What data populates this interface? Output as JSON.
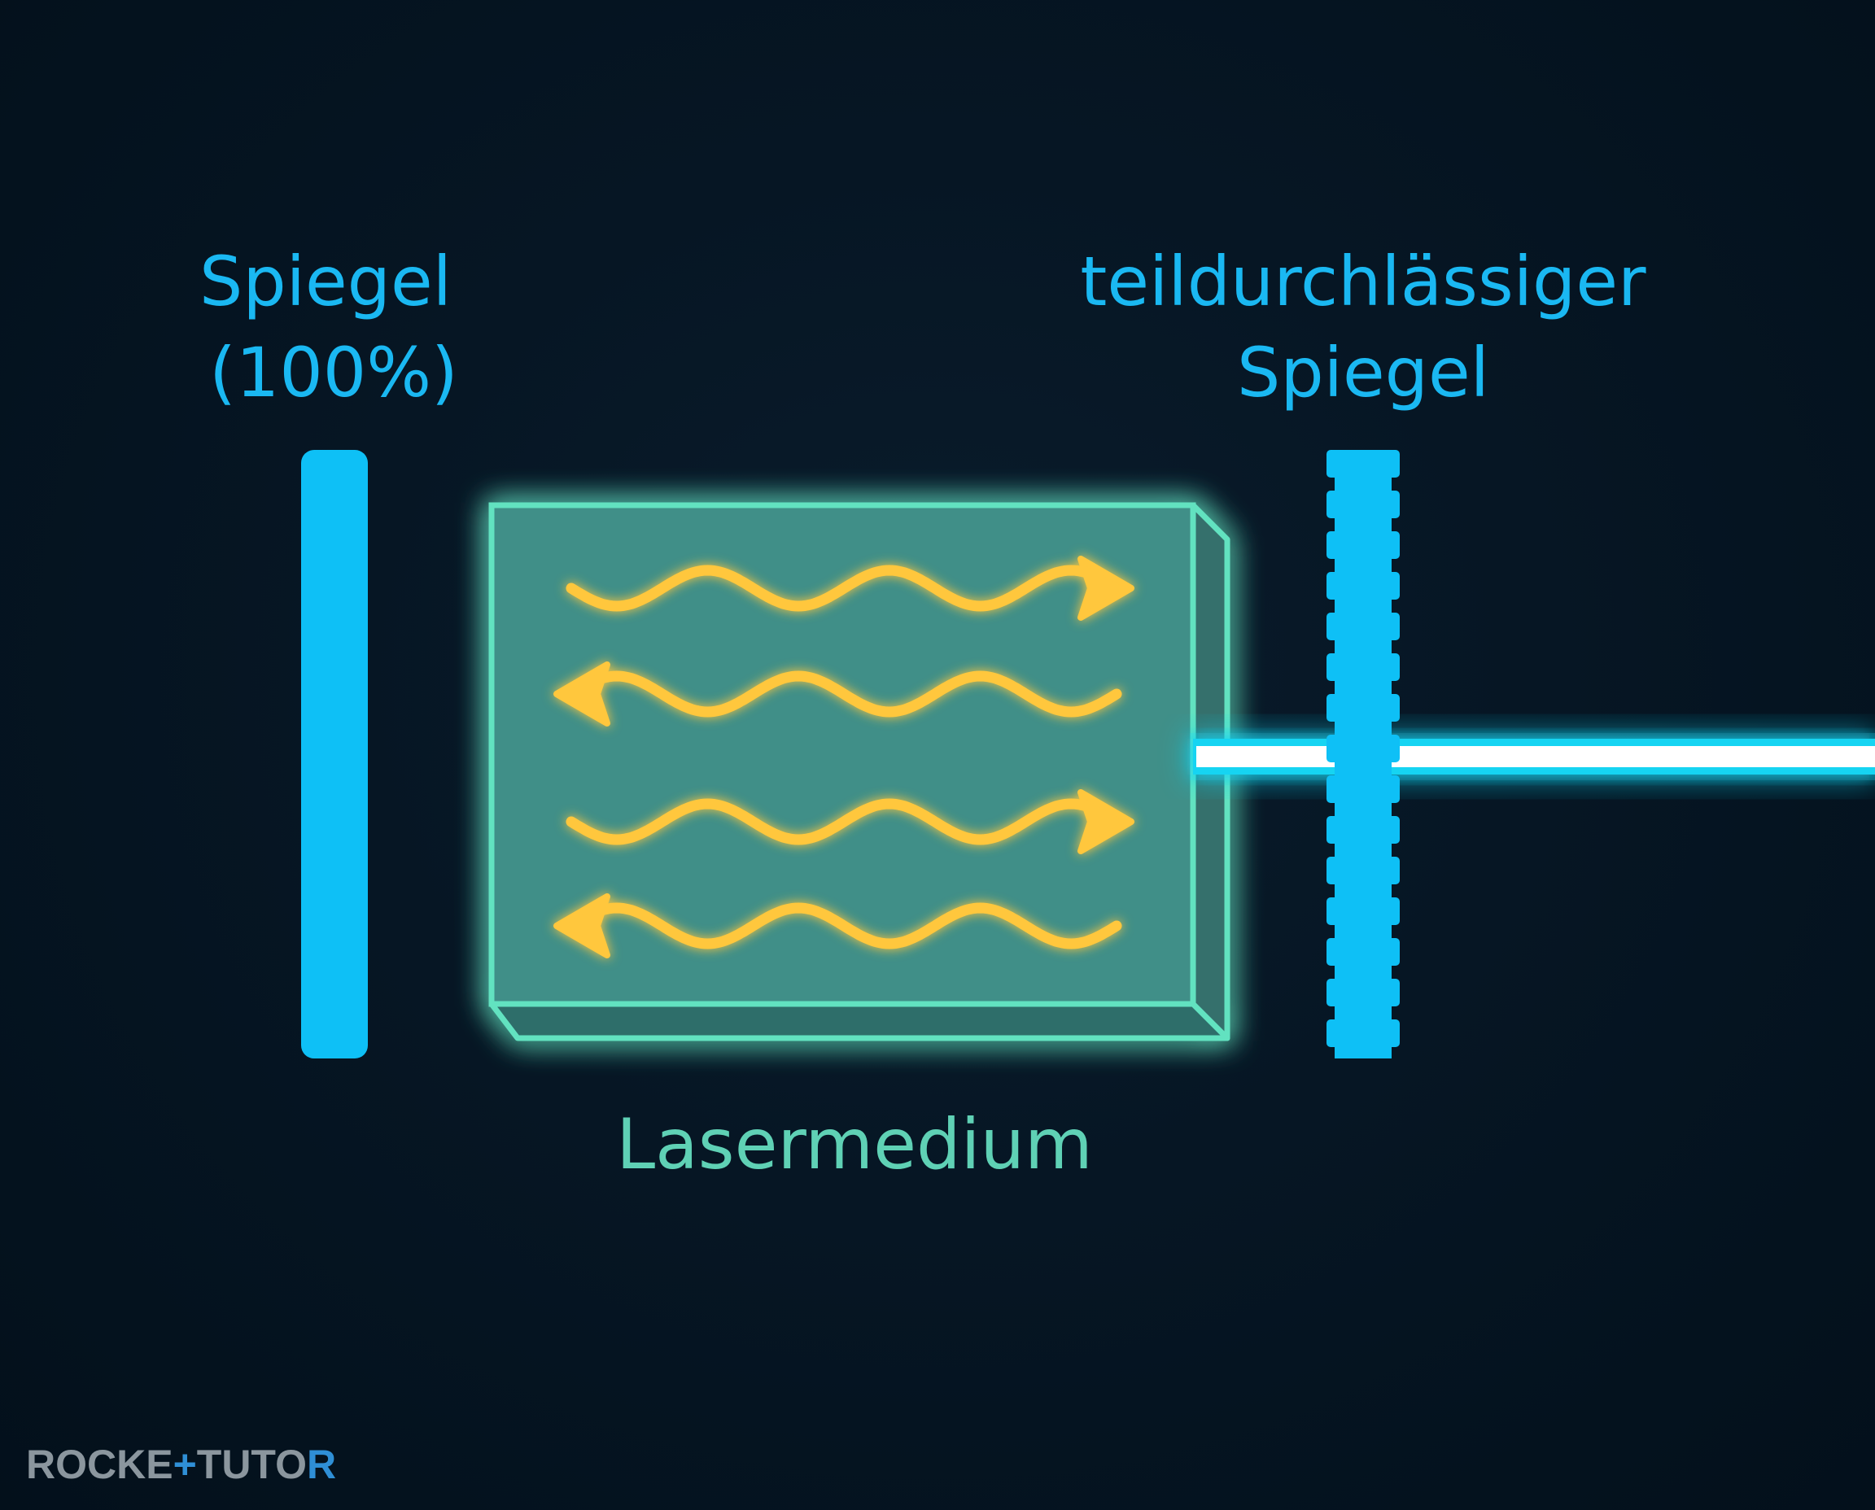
{
  "labels": {
    "mirror_full": {
      "line1": "Spiegel",
      "line2": "(100%)"
    },
    "mirror_partial": {
      "line1": "teildurchlässiger",
      "line2": "Spiegel"
    },
    "medium": "Lasermedium"
  },
  "waves": [
    {
      "direction": "right"
    },
    {
      "direction": "left"
    },
    {
      "direction": "right"
    },
    {
      "direction": "left"
    }
  ],
  "logo": {
    "text": "ROCKETTUTOR"
  },
  "colors": {
    "background": "#04121e",
    "mirror": "#0ec0f6",
    "medium_fill": "#3f8f88",
    "medium_edge": "#62e2c0",
    "wave": "#ffc73d",
    "beam_core": "#ffffff",
    "beam_glow": "#14d8f5",
    "medium_label": "#5fd1b5",
    "mirror_label": "#1ab8f2",
    "logo_gray": "#8b969e",
    "logo_accent": "#2f8fd6"
  }
}
